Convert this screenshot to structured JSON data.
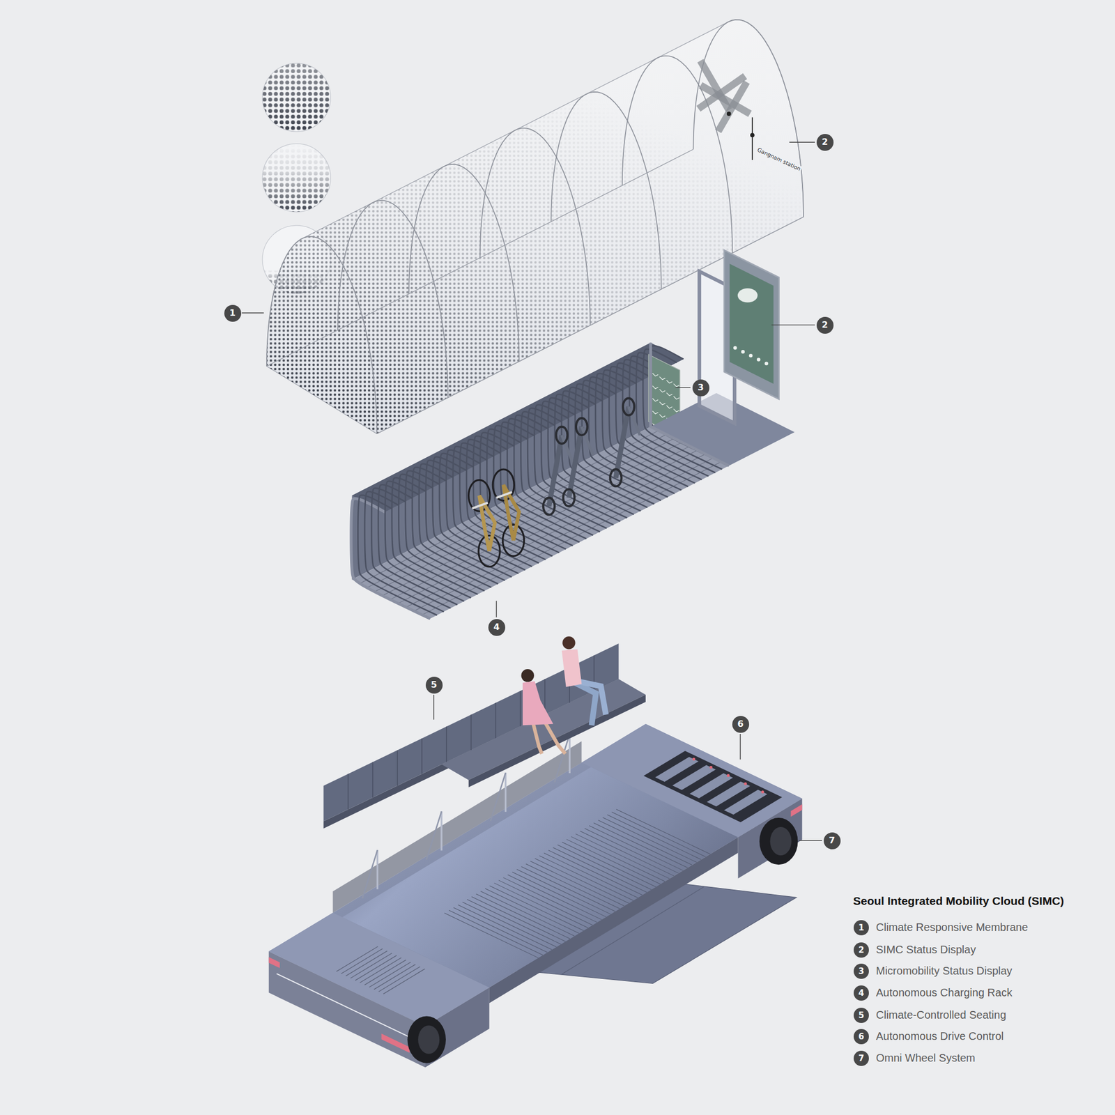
{
  "diagram": {
    "title": "Seoul Integrated Mobility Cloud (SIMC)",
    "nodes": [
      {
        "text": [
          "2"
        ]
      },
      {
        "text": [
          "1"
        ]
      },
      {
        "text": [
          "2"
        ]
      },
      {
        "text": [
          "3"
        ]
      },
      {
        "text": [
          "4"
        ]
      },
      {
        "text": [
          "5"
        ]
      },
      {
        "text": [
          "6"
        ]
      },
      {
        "text": [
          "7"
        ]
      },
      {
        "text": [
          "1"
        ]
      },
      {
        "text": [
          "2"
        ]
      },
      {
        "text": [
          "3"
        ]
      },
      {
        "text": [
          "4"
        ]
      },
      {
        "text": [
          "5"
        ]
      },
      {
        "text": [
          "6"
        ]
      },
      {
        "text": [
          "7"
        ]
      }
    ],
    "labels": [
      "Gangnam station"
    ],
    "legend": [
      {
        "text": "Climate Responsive Membrane"
      },
      {
        "text": "SIMC Status Display"
      },
      {
        "text": "Micromobility Status Display"
      },
      {
        "text": "Autonomous Charging Rack"
      },
      {
        "text": "Climate-Controlled Seating"
      },
      {
        "text": "Autonomous Drive Control"
      },
      {
        "text": "Omni Wheel System"
      }
    ]
  }
}
